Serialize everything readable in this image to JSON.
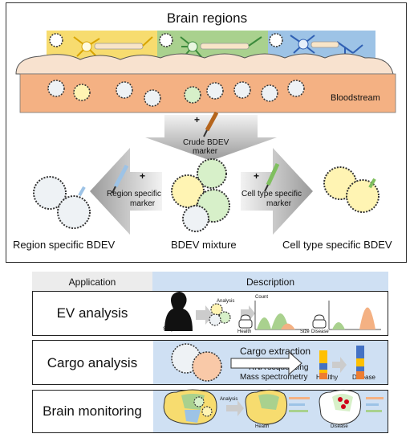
{
  "top": {
    "title": "Brain regions",
    "bloodstream_label": "Bloodstream",
    "crude_marker": {
      "plus": "+",
      "line1": "Crude BDEV",
      "line2": "marker"
    },
    "region_marker": {
      "plus": "+",
      "line1": "Region specific",
      "line2": "marker"
    },
    "celltype_marker": {
      "plus": "+",
      "line1": "Cell type specific",
      "line2": "marker"
    },
    "left_label": "Region specific BDEV",
    "center_label": "BDEV mixture",
    "right_label": "Cell type specific BDEV",
    "region_colors": {
      "yellow": "#f7dc6f",
      "green": "#a9d18e",
      "blue": "#9dc3e6",
      "blood": "#f4b183"
    }
  },
  "table": {
    "header_application": "Application",
    "header_description": "Description",
    "rows": [
      {
        "title": "EV analysis",
        "subject": "Subject",
        "analysis": "Analysis",
        "count": "Count",
        "size": "Size",
        "health": "Health",
        "disease": "Disease"
      },
      {
        "title": "Cargo analysis",
        "cargo_extraction": "Cargo extraction",
        "rna": "RNA sequencing",
        "mass": "Mass spectrometry",
        "healthy": "Healthy",
        "disease": "Disease"
      },
      {
        "title": "Brain monitoring",
        "analysis": "Analysis",
        "health": "Health",
        "disease": "Disease"
      }
    ]
  }
}
